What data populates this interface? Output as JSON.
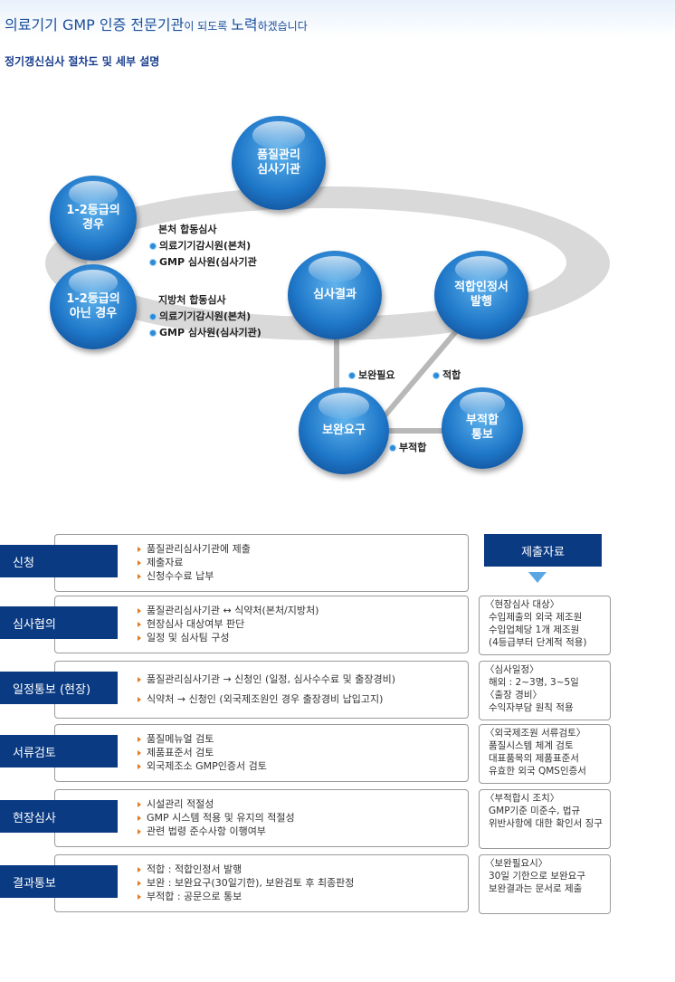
{
  "header": {
    "title_part1": "의료기기 GMP 인증 전문기관",
    "title_part2": "이 되도록 ",
    "title_part3": "노력",
    "title_part4": "하겠습니다",
    "subtitle": "정기갱신심사 절차도 및 세부 설명"
  },
  "diagram": {
    "quality_org": [
      "품질관리",
      "심사기관"
    ],
    "grade12": [
      "1-2등급의",
      "경우"
    ],
    "not_grade12": [
      "1-2등급의",
      "아닌 경우"
    ],
    "result": "심사결과",
    "cert": [
      "적합인정서",
      "발행"
    ],
    "request": "보완요구",
    "unfit": [
      "부적합",
      "통보"
    ],
    "hq_title": "본처 합동심사",
    "hq_items": [
      "의료기기감시원(본처)",
      "GMP 심사원(심사기관"
    ],
    "local_title": "지방처 합동심사",
    "local_items": [
      "의료기기감시원(본처)",
      "GMP 심사원(심사기관)"
    ],
    "need_supp": "보완필요",
    "fit": "적합",
    "nonfit": "부적합"
  },
  "submit_title": "제출자료",
  "steps": [
    {
      "label": "신청",
      "items": [
        "품질관리심사기관에 제출",
        "제출자료",
        "신청수수료 납부"
      ]
    },
    {
      "label": "심사협의",
      "items": [
        "품질관리심사기관 ↔ 식약처(본처/지방처)",
        "현장심사 대상여부 판단",
        "일정 및 심사팀 구성"
      ]
    },
    {
      "label": "일정통보 (현장)",
      "items": [
        "품질관리심사기관 → 신청인 (일정, 심사수수료 및 출장경비)",
        "식약처 → 신청인 (외국제조원인 경우 출장경비 납입고지)"
      ]
    },
    {
      "label": "서류검토",
      "items": [
        "품질메뉴얼 검토",
        "제품표준서 검토",
        "외국제조소 GMP인증서 검토"
      ]
    },
    {
      "label": "현장심사",
      "items": [
        "시설관리 적절성",
        "GMP 시스템 적용 및 유지의 적절성",
        "관련 법령 준수사항 이행여부"
      ]
    },
    {
      "label": "결과통보",
      "items": [
        "적합 : 적합인정서 발행",
        "보완 : 보완요구(30일기한), 보완검토 후 최종판정",
        "부적합 : 공문으로 통보"
      ]
    }
  ],
  "side_notes": [
    [
      "〈현장심사 대상〉",
      "수입제출의 외국 제조원",
      "수입업체당 1개 제조원",
      "(4등급부터 단계적 적용)"
    ],
    [
      "〈심사일정〉",
      "해외 : 2~3명, 3~5일",
      "〈출장 경비〉",
      "수익자부담 원칙 적용"
    ],
    [
      "〈외국제조원 서류검토〉",
      "품질시스템 체계 검토",
      "대표품목의 제품표준서",
      "유효한 외국 QMS인증서"
    ],
    [
      "〈부적합시 조치〉",
      "GMP기준 미준수, 법규",
      "위반사항에 대한 확인서 징구"
    ],
    [
      "〈보완필요시〉",
      "30일 기한으로 보완요구",
      "보완결과는 문서로 제출"
    ]
  ]
}
